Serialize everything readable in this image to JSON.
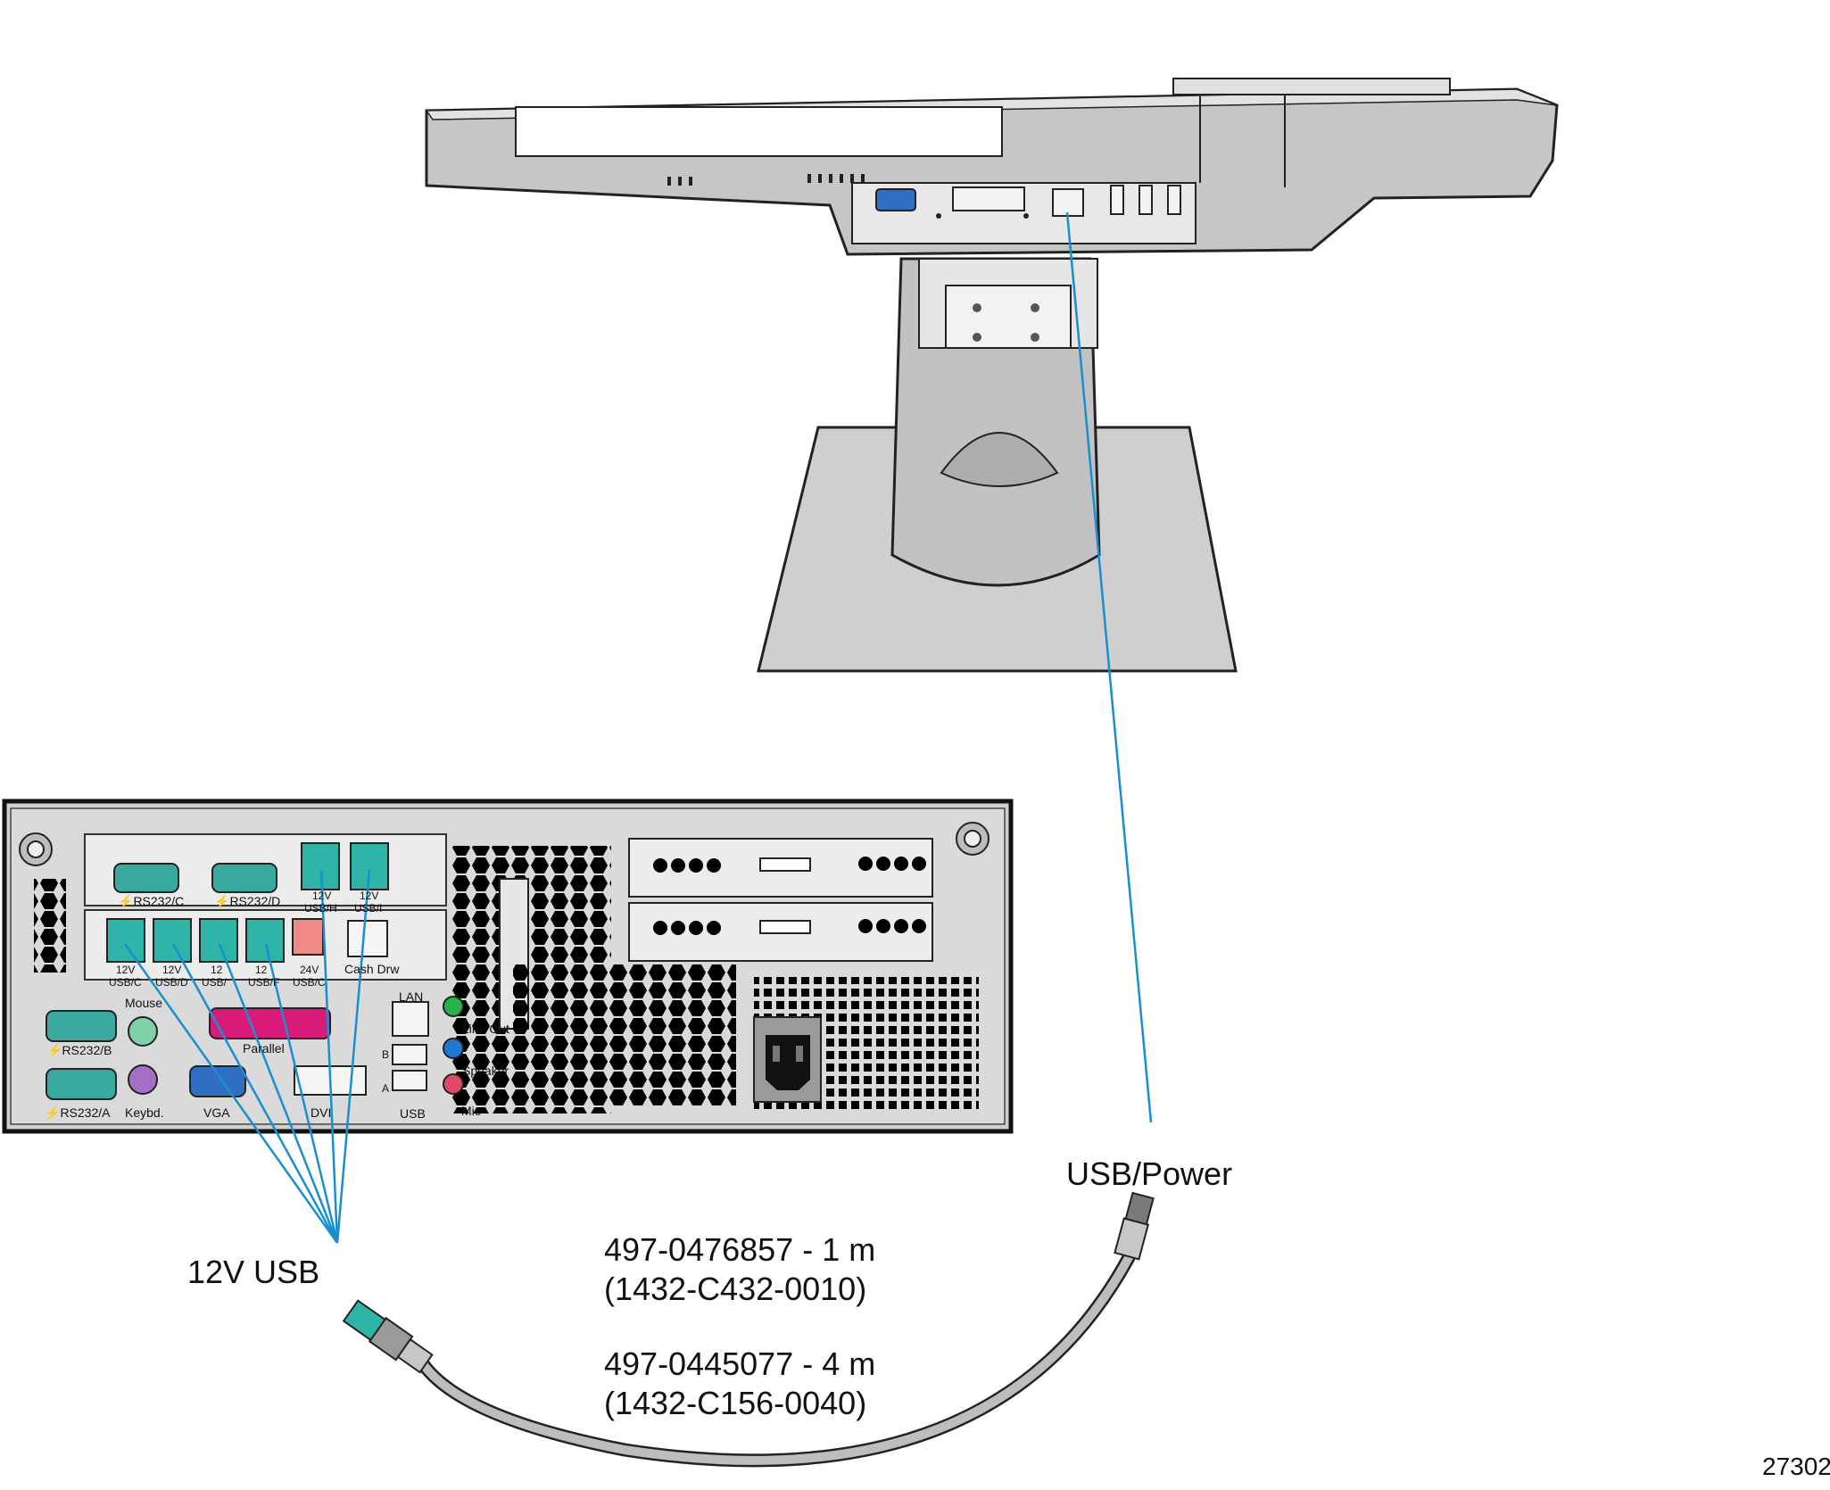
{
  "callouts": {
    "monitor_connector": "USB/Power",
    "pc_connector": "12V USB",
    "cable_short_part": "497-0476857 - 1 m",
    "cable_short_code": "(1432-C432-0010)",
    "cable_long_part": "497-0445077 - 4 m",
    "cable_long_code": "(1432-C156-0040)",
    "figure_number": "27302"
  },
  "pc_ports": {
    "rs232_c": "RS232/C",
    "rs232_d": "RS232/D",
    "usb_h_voltage": "12V",
    "usb_h": "USB/H",
    "usb_i_voltage": "12V",
    "usb_i": "USB/I",
    "usb_c_voltage": "12V",
    "usb_c": "USB/C",
    "usb_d_voltage": "12V",
    "usb_d": "USB/D",
    "usb_e_voltage": "12",
    "usb_e": "USB/",
    "usb_f_voltage": "12",
    "usb_f": "USB/F",
    "usb_g_voltage": "24V",
    "usb_g": "USB/C",
    "cash_drawer": "Cash Drw",
    "mouse": "Mouse",
    "rs232_b": "RS232/B",
    "parallel": "Parallel",
    "rs232_a": "RS232/A",
    "keyboard": "Keybd.",
    "vga": "VGA",
    "dvi": "DVI",
    "lan": "LAN",
    "usb": "USB",
    "usb_port_b": "B",
    "usb_port_a": "A",
    "line_out": "Line Out",
    "speaker": "Speaker",
    "mic": "Mic"
  },
  "colors": {
    "cable_line": "#1a8fd0",
    "terminal_body": "#cfcfcf",
    "powered_usb": "#2fb4a8",
    "powered_usb_24v": "#f08a86",
    "serial_port": "#3aa9a0",
    "mouse_port": "#7fd1a8",
    "keyboard_port": "#a46fc4",
    "vga_port": "#2f6fc2",
    "parallel_port": "#d81b78",
    "line_out_jack": "#27b24a",
    "speaker_jack": "#1e78d2",
    "mic_jack": "#e04a6a"
  }
}
